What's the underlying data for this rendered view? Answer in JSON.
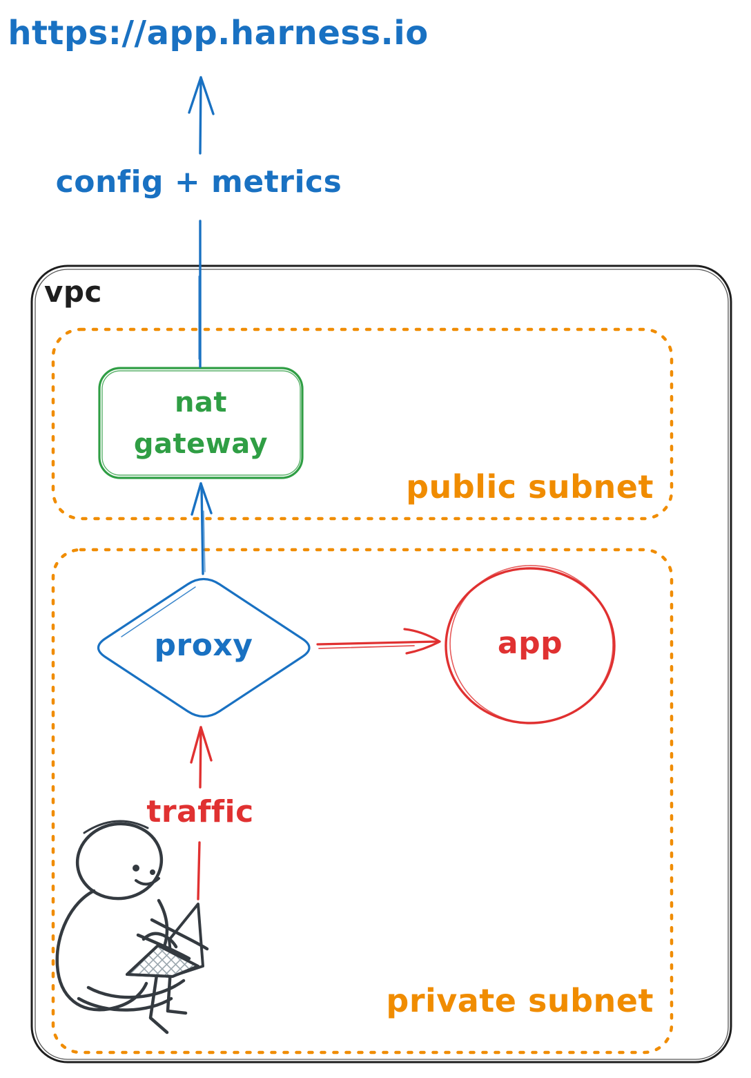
{
  "diagram": {
    "url": "https://app.harness.io",
    "labels": {
      "config_metrics": "config + metrics",
      "vpc": "vpc",
      "nat_gateway_line1": "nat",
      "nat_gateway_line2": "gateway",
      "public_subnet": "public subnet",
      "proxy": "proxy",
      "app": "app",
      "traffic": "traffic",
      "private_subnet": "private subnet"
    },
    "colors": {
      "blue": "#1971c2",
      "green": "#2f9e44",
      "orange": "#f08c00",
      "red": "#e03131",
      "ink": "#1e1e1e",
      "person_sketch": "#343a40",
      "background": "#ffffff"
    }
  }
}
